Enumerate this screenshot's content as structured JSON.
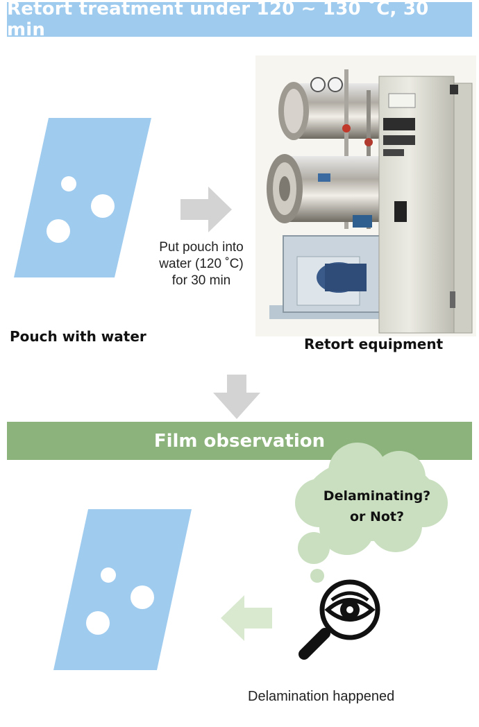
{
  "top_banner": {
    "text": "Retort treatment under 120 ~ 130 ˚C, 30 min"
  },
  "step1": {
    "pouch_caption": "Pouch with water",
    "instruction_lines": [
      "Put pouch into",
      "water (120 ˚C)",
      "for 30 min"
    ],
    "equipment_caption": "Retort equipment"
  },
  "mid_banner": {
    "text": "Film observation"
  },
  "step2": {
    "thought_lines": [
      "Delaminating?",
      "or Not?"
    ],
    "result_caption": "Delamination happened"
  },
  "colors": {
    "top_banner": "#9fcbef",
    "mid_banner": "#8cb37b",
    "pouch": "#9fcbef",
    "arrow_gray": "#d3d3d3",
    "arrow_green": "#d9e9cf",
    "thought_cloud": "#c9dfbf"
  },
  "icons": {
    "pouch": "pouch-icon",
    "equipment": "retort-machine-icon",
    "inspect": "magnifier-eye-icon"
  }
}
